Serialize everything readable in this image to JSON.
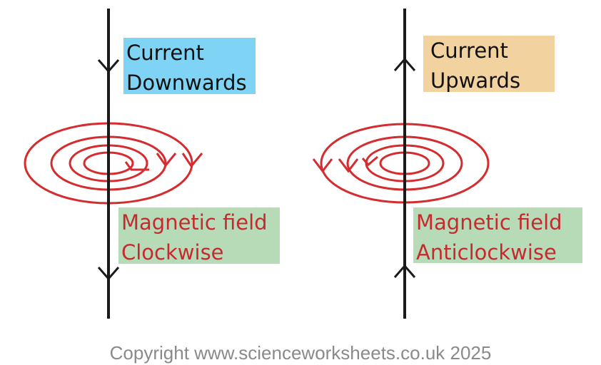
{
  "colors": {
    "wire": "#1a1a1a",
    "field_lines": "#d42c2f",
    "current_down_bg": "#7fd3f5",
    "current_up_bg": "#f2d3a0",
    "field_label_bg": "#b7dbb7",
    "field_label_text": "#c42a2f",
    "copyright_text": "#8a8a8a"
  },
  "left_wire": {
    "current_label": [
      "Current",
      "Downwards"
    ],
    "field_label": [
      "Magnetic field",
      "Clockwise"
    ],
    "arrow_icon": "arrow-down-icon"
  },
  "right_wire": {
    "current_label": [
      "Current",
      "Upwards"
    ],
    "field_label": [
      "Magnetic field",
      "Anticlockwise"
    ],
    "arrow_icon": "arrow-up-icon"
  },
  "footer": {
    "copyright": "Copyright www.scienceworksheets.co.uk 2025"
  }
}
